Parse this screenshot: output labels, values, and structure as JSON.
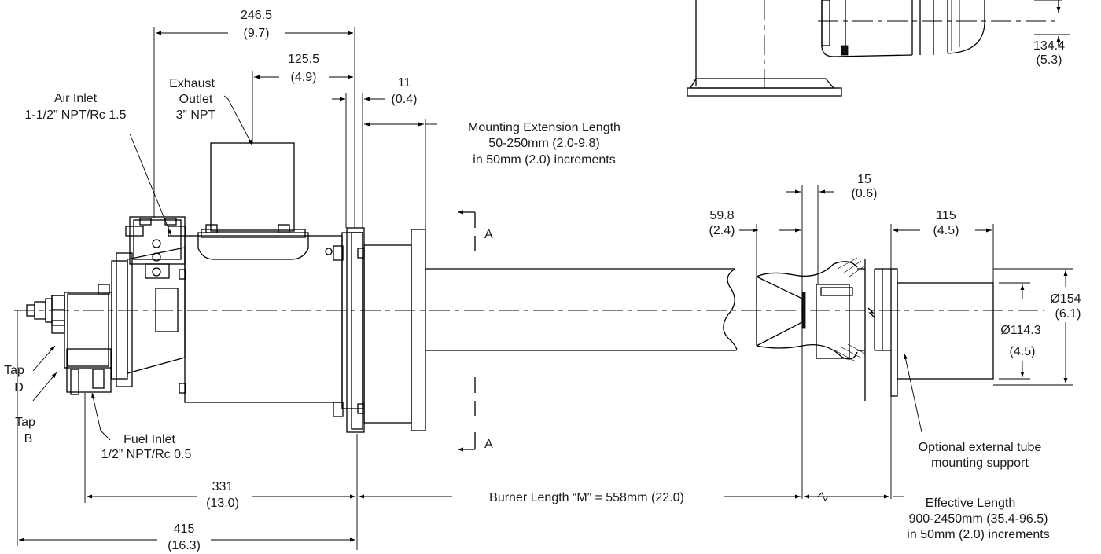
{
  "dims": {
    "d246": "246.5",
    "d246_in": "(9.7)",
    "d125": "125.5",
    "d125_in": "(4.9)",
    "d11": "11",
    "d11_in": "(0.4)",
    "d15": "15",
    "d15_in": "(0.6)",
    "d59": "59.8",
    "d59_in": "(2.4)",
    "d115": "115",
    "d115_in": "(4.5)",
    "d134": "134.4",
    "d134_in": "(5.3)",
    "d154": "Ø154",
    "d154_in": "(6.1)",
    "d114": "Ø114.3",
    "d114_in": "(4.5)",
    "d331": "331",
    "d331_in": "(13.0)",
    "d415": "415",
    "d415_in": "(16.3)",
    "burner_length": "Burner Length “M” = 558mm (22.0)"
  },
  "labels": {
    "exhaust_1": "Exhaust",
    "exhaust_2": "Outlet",
    "exhaust_3": "3” NPT",
    "air_1": "Air Inlet",
    "air_2": "1-1/2” NPT/Rc 1.5",
    "mount_1": "Mounting Extension Length",
    "mount_2": "50-250mm (2.0-9.8)",
    "mount_3": "in 50mm (2.0) increments",
    "section_a_top": "A",
    "section_a_bottom": "A",
    "tap_d_1": "Tap",
    "tap_d_2": "D",
    "tap_b_1": "Tap",
    "tap_b_2": "B",
    "fuel_1": "Fuel Inlet",
    "fuel_2": "1/2” NPT/Rc 0.5",
    "support_1": "Optional external tube",
    "support_2": "mounting support",
    "eff_1": "Effective Length",
    "eff_2": "900-2450mm (35.4-96.5)",
    "eff_3": "in 50mm (2.0) increments"
  }
}
